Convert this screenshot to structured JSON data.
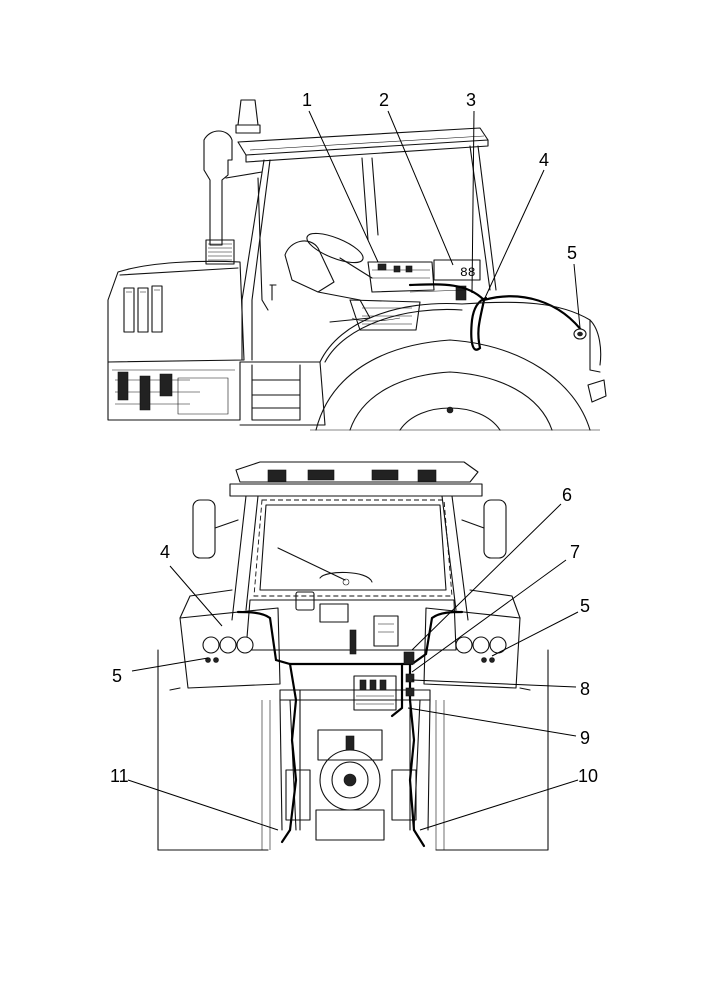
{
  "figure": {
    "side_view_labels": [
      {
        "id": "side-1",
        "text": "1"
      },
      {
        "id": "side-2",
        "text": "2"
      },
      {
        "id": "side-3",
        "text": "3"
      },
      {
        "id": "side-4",
        "text": "4"
      },
      {
        "id": "side-5",
        "text": "5"
      }
    ],
    "rear_view_labels": [
      {
        "id": "rear-4",
        "text": "4"
      },
      {
        "id": "rear-5-left",
        "text": "5"
      },
      {
        "id": "rear-5-right",
        "text": "5"
      },
      {
        "id": "rear-6",
        "text": "6"
      },
      {
        "id": "rear-7",
        "text": "7"
      },
      {
        "id": "rear-8",
        "text": "8"
      },
      {
        "id": "rear-9",
        "text": "9"
      },
      {
        "id": "rear-10",
        "text": "10"
      },
      {
        "id": "rear-11",
        "text": "11"
      }
    ],
    "monitor_readout": "88"
  }
}
